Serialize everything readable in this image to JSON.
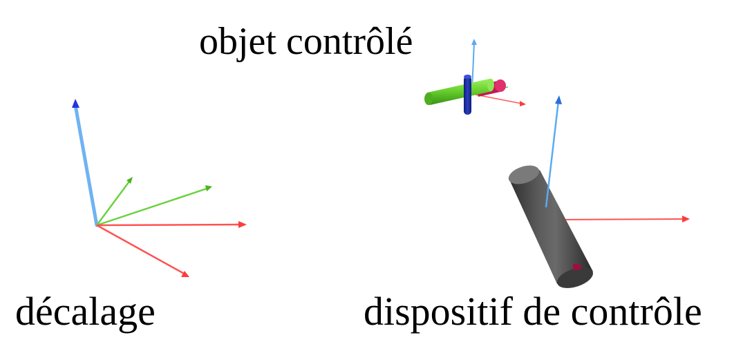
{
  "labels": {
    "controlled_object": "objet contrôlé",
    "offset": "décalage",
    "control_device": "dispositif de contrôle"
  },
  "colors": {
    "axis_x": "#ff4a4a",
    "axis_y": "#6cd140",
    "axis_z": "#5aaaf0",
    "axis_z_tip": "#1e2bd8",
    "object_bar_green": "#6ad830",
    "object_bar_blue": "#1d2f9e",
    "object_bar_magenta": "#d3205c",
    "device_cylinder": "#4a4a4a",
    "device_marker": "#9a1040"
  }
}
